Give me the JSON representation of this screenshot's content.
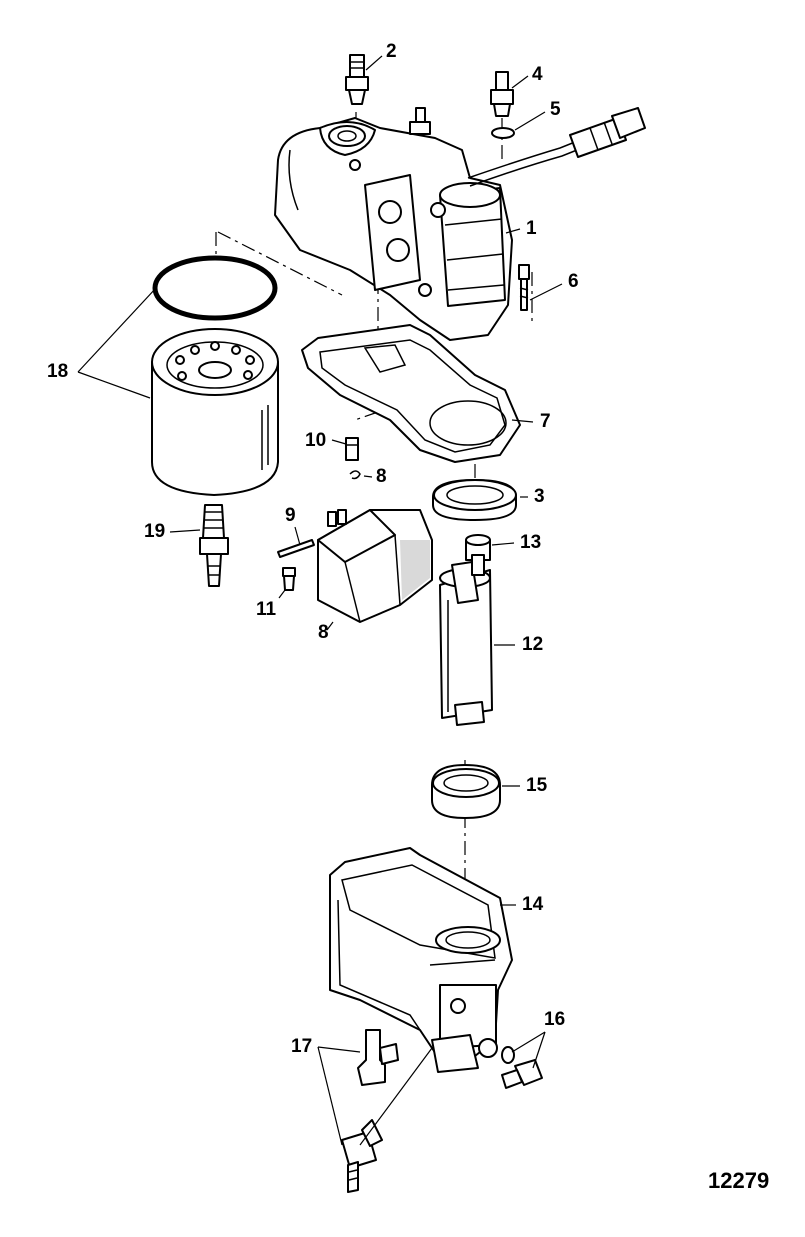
{
  "diagram": {
    "reference_number": "12279",
    "callouts": [
      {
        "id": "1",
        "label": "1"
      },
      {
        "id": "2",
        "label": "2"
      },
      {
        "id": "3",
        "label": "3"
      },
      {
        "id": "4",
        "label": "4"
      },
      {
        "id": "5",
        "label": "5"
      },
      {
        "id": "6",
        "label": "6"
      },
      {
        "id": "7",
        "label": "7"
      },
      {
        "id": "8a",
        "label": "8"
      },
      {
        "id": "8b",
        "label": "8"
      },
      {
        "id": "9",
        "label": "9"
      },
      {
        "id": "10",
        "label": "10"
      },
      {
        "id": "11",
        "label": "11"
      },
      {
        "id": "12",
        "label": "12"
      },
      {
        "id": "13",
        "label": "13"
      },
      {
        "id": "14",
        "label": "14"
      },
      {
        "id": "15",
        "label": "15"
      },
      {
        "id": "16",
        "label": "16"
      },
      {
        "id": "17",
        "label": "17"
      },
      {
        "id": "18",
        "label": "18"
      },
      {
        "id": "19",
        "label": "19"
      }
    ]
  }
}
